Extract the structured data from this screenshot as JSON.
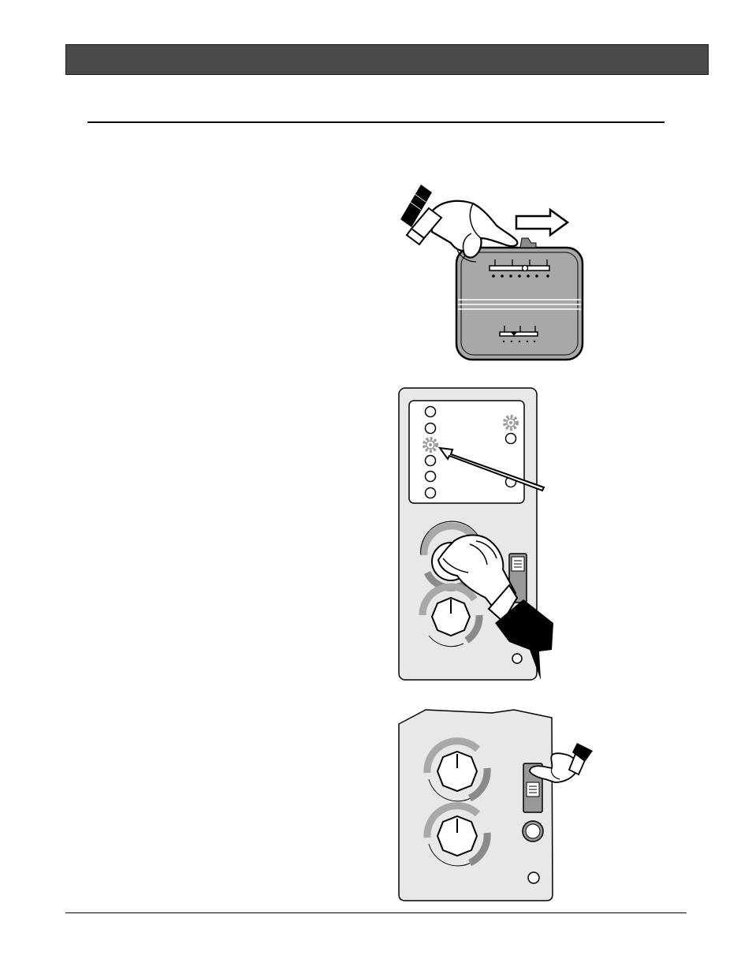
{
  "page": {
    "header_bar_color": "#4a4a4a",
    "panel_gray": "#a8a8a8",
    "panel_light": "#e8e8e8"
  },
  "figures": [
    {
      "name": "thermostat-slide",
      "icons": [
        "pointing-hand-icon",
        "arrow-right-icon"
      ]
    },
    {
      "name": "control-panel-knob",
      "icons": [
        "gear-icon",
        "gear-icon",
        "hand-turning-knob-icon"
      ]
    },
    {
      "name": "control-panel-switch",
      "icons": [
        "pointing-hand-icon",
        "knob-icon",
        "knob-icon",
        "switch-icon"
      ]
    }
  ]
}
